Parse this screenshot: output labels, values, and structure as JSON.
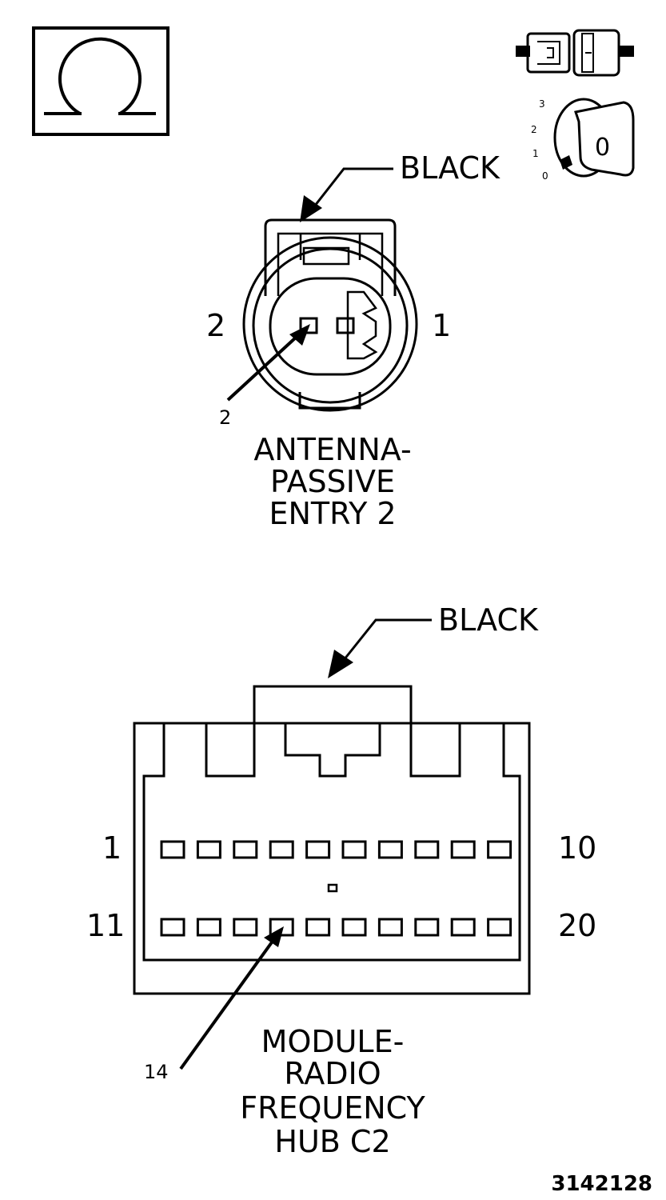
{
  "icons": {
    "ohm_symbol": "ohm-icon",
    "connector_symbol": "connector-icon",
    "ignition_symbol": "ignition-key-icon",
    "ignition_positions": [
      "3",
      "2",
      "1",
      "0"
    ],
    "ignition_key_label": "0"
  },
  "connector_top": {
    "color_label": "BLACK",
    "pin_left": "2",
    "pin_right": "1",
    "callout_pin": "2",
    "title_lines": [
      "ANTENNA-",
      "PASSIVE",
      "ENTRY 2"
    ]
  },
  "connector_bottom": {
    "color_label": "BLACK",
    "row1_start": "1",
    "row1_end": "10",
    "row2_start": "11",
    "row2_end": "20",
    "callout_pin": "14",
    "title_lines": [
      "MODULE-",
      "RADIO",
      "FREQUENCY",
      "HUB C2"
    ]
  },
  "figure_id": "3142128"
}
